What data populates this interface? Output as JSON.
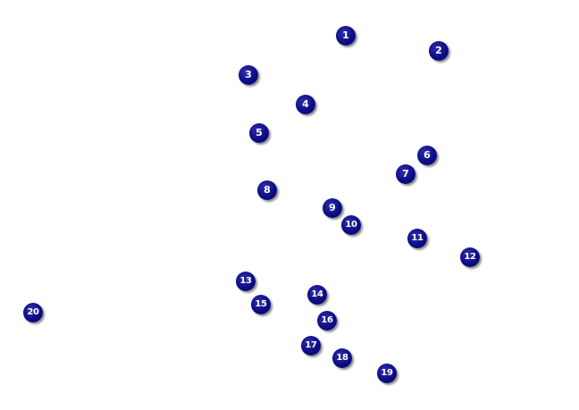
{
  "dots": [
    {
      "label": "1"
    },
    {
      "label": "2"
    },
    {
      "label": "3"
    },
    {
      "label": "4"
    },
    {
      "label": "5"
    },
    {
      "label": "6"
    },
    {
      "label": "7"
    },
    {
      "label": "8"
    },
    {
      "label": "9"
    },
    {
      "label": "10"
    },
    {
      "label": "11"
    },
    {
      "label": "12"
    },
    {
      "label": "13"
    },
    {
      "label": "14"
    },
    {
      "label": "15"
    },
    {
      "label": "16"
    },
    {
      "label": "17"
    },
    {
      "label": "18"
    },
    {
      "label": "19"
    },
    {
      "label": "20"
    }
  ],
  "colors": {
    "dot_fill": "#0c0c86",
    "dot_text": "#ffffff",
    "background": "#ffffff"
  }
}
